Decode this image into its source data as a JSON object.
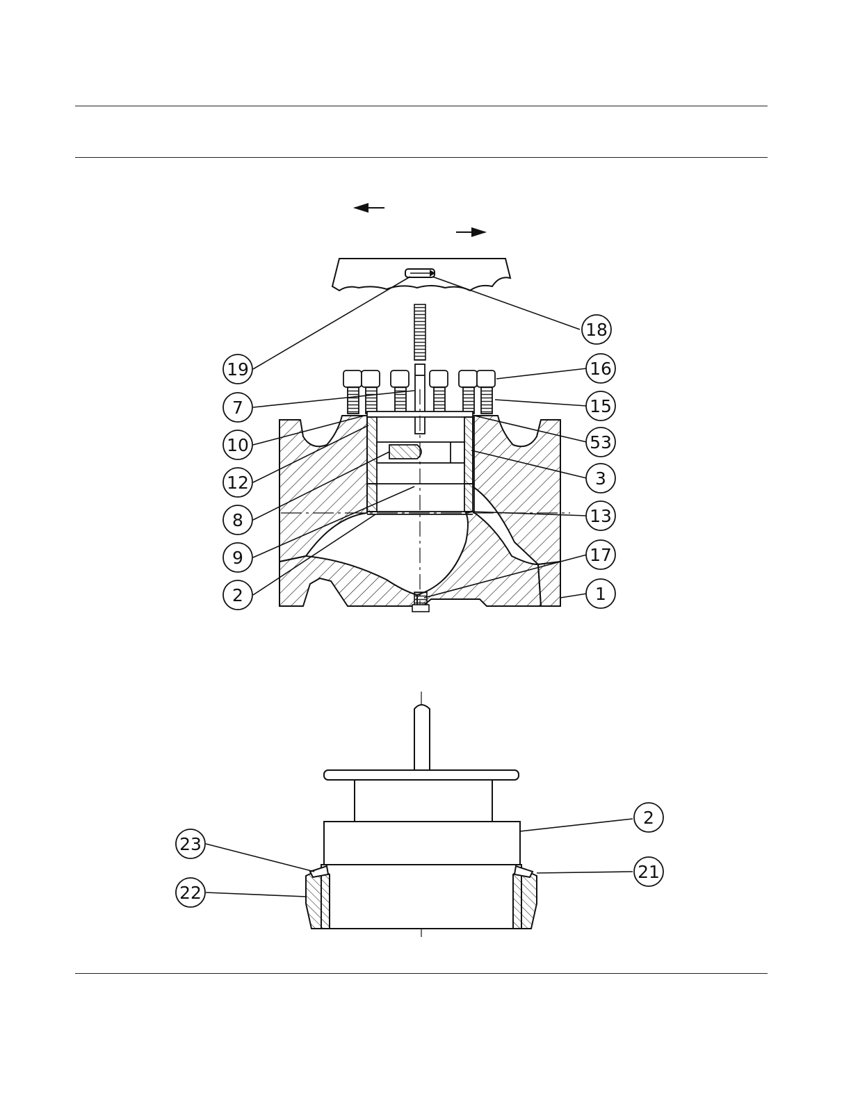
{
  "callouts_upper": [
    {
      "id": "c19",
      "label": "19"
    },
    {
      "id": "c7",
      "label": "7"
    },
    {
      "id": "c10",
      "label": "10"
    },
    {
      "id": "c12",
      "label": "12"
    },
    {
      "id": "c8",
      "label": "8"
    },
    {
      "id": "c9",
      "label": "9"
    },
    {
      "id": "c2a",
      "label": "2"
    },
    {
      "id": "c18",
      "label": "18"
    },
    {
      "id": "c16",
      "label": "16"
    },
    {
      "id": "c15",
      "label": "15"
    },
    {
      "id": "c53",
      "label": "53"
    },
    {
      "id": "c3",
      "label": "3"
    },
    {
      "id": "c13",
      "label": "13"
    },
    {
      "id": "c17",
      "label": "17"
    },
    {
      "id": "c1",
      "label": "1"
    }
  ],
  "callouts_lower": [
    {
      "id": "c23",
      "label": "23"
    },
    {
      "id": "c22",
      "label": "22"
    },
    {
      "id": "c2b",
      "label": "2"
    },
    {
      "id": "c21",
      "label": "21"
    }
  ],
  "colors": {
    "ink": "#1a1a1a",
    "paper": "#ffffff"
  }
}
